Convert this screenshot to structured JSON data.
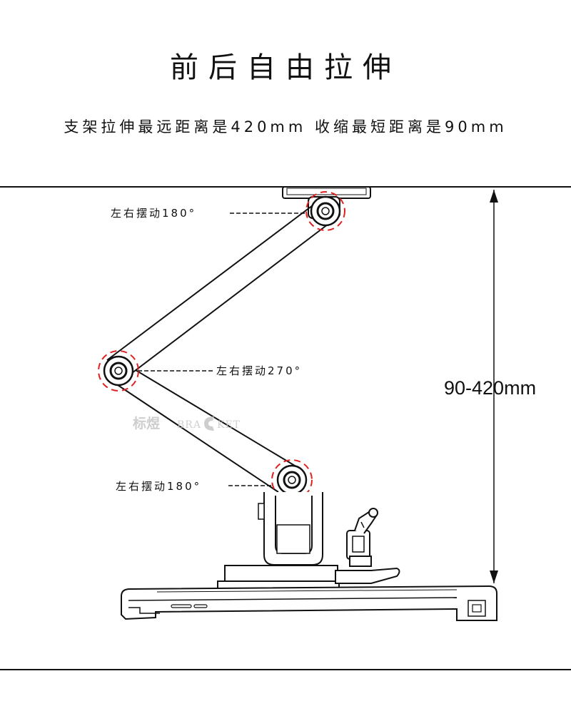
{
  "header": {
    "title": "前后自由拉伸",
    "subtitle": "支架拉伸最远距离是420mm 收缩最短距离是90mm"
  },
  "annotations": {
    "top_joint": "左右摆动180°",
    "middle_joint": "左右摆动270°",
    "bottom_joint": "左右摆动180°",
    "dimension": "90-420mm"
  },
  "watermark": {
    "cn": "标煜",
    "en_prefix": "BRA",
    "en_suffix": "KET"
  },
  "colors": {
    "line": "#111111",
    "highlight": "#e02020",
    "watermark": "#c9c9c9"
  }
}
